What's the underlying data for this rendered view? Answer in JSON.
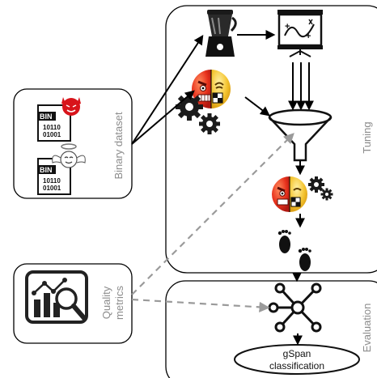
{
  "binary_panel": {
    "label": "Binary dataset",
    "icon_names": [
      "bin-file-icon",
      "devil-face-icon",
      "angel-face-icon"
    ],
    "bin_file_top": {
      "tag": "BIN",
      "line1": "10110",
      "line2": "01001"
    },
    "bin_file_bottom": {
      "tag": "BIN",
      "line1": "10110",
      "line2": "01001"
    }
  },
  "quality_panel": {
    "label_line1": "Quality",
    "label_line2": "metrics",
    "icon_name": "chart-magnifier-icon"
  },
  "tuning_panel": {
    "label": "Tuning",
    "icon_names": [
      "blender-icon",
      "presentation-board-icon",
      "two-face-mask-icon",
      "gears-icon",
      "funnel-icon",
      "footprints-icon"
    ]
  },
  "evaluation_panel": {
    "label": "Evaluation",
    "icon_names": [
      "network-graph-icon"
    ],
    "classifier_line1": "gSpan",
    "classifier_line2": "classification"
  },
  "colors": {
    "outline": "#000000",
    "label_gray": "#8c8c8c",
    "dashed_arrow": "#9a9a9a",
    "devil_red": "#d8141b",
    "face_red": "#e8321d",
    "face_yellow": "#f4c430"
  }
}
